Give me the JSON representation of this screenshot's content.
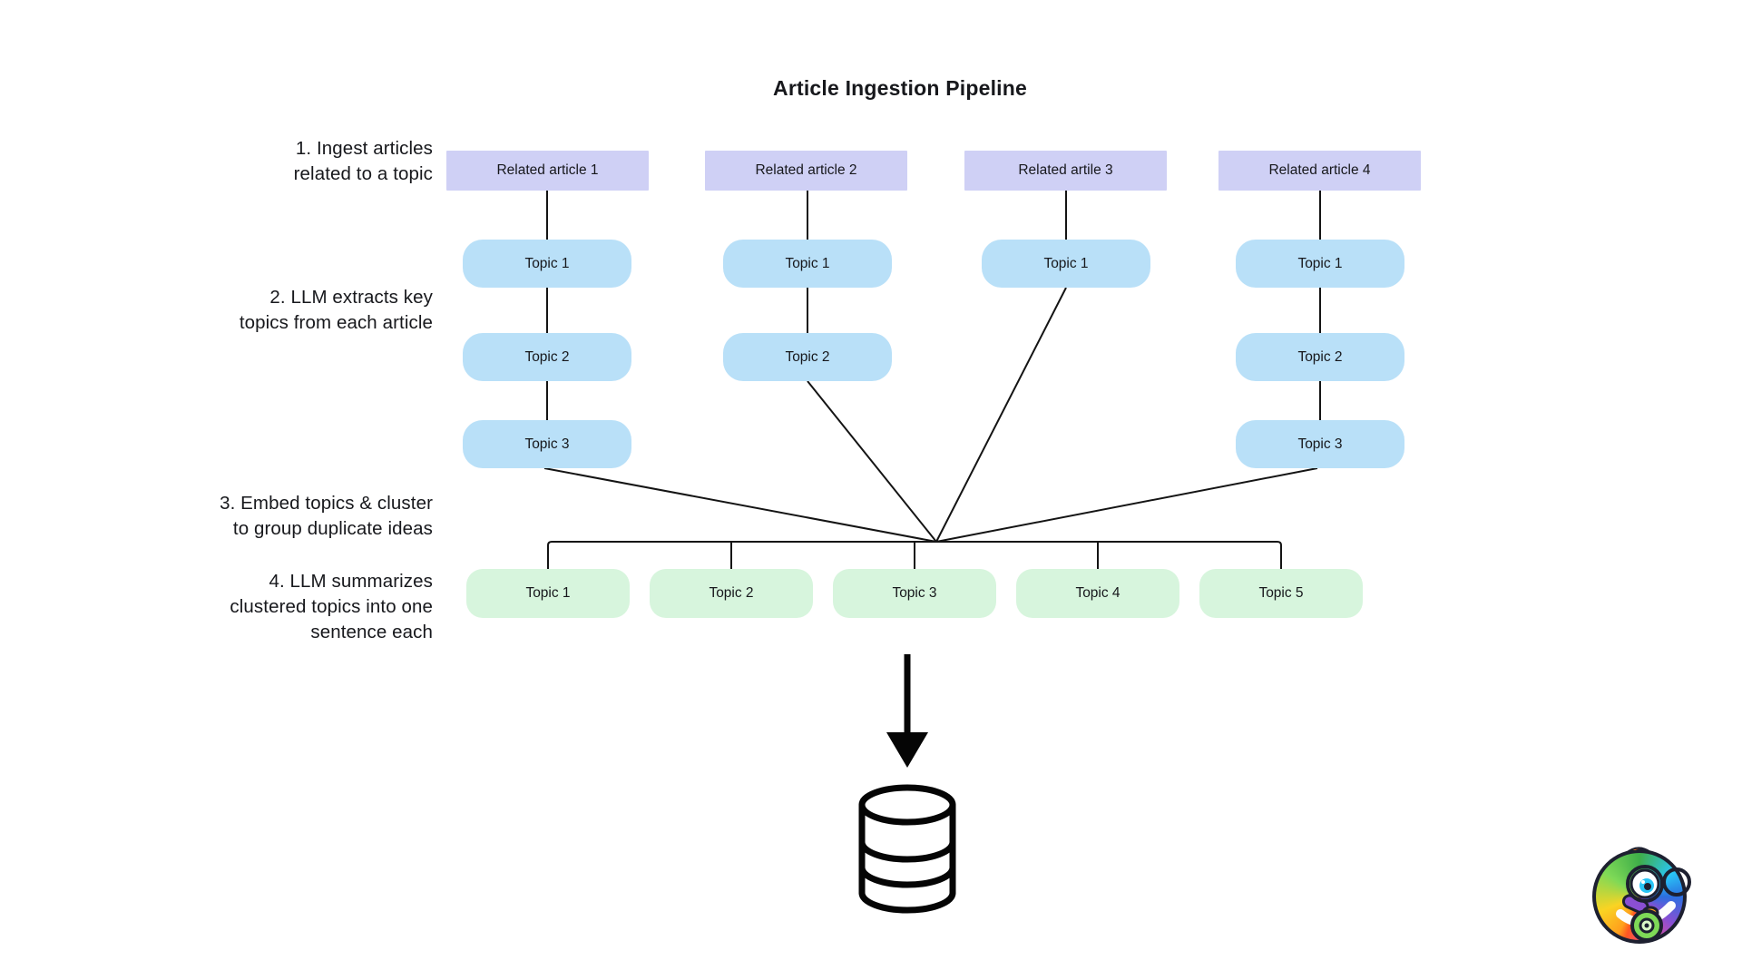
{
  "title": "Article Ingestion Pipeline",
  "steps": [
    {
      "label": "1. Ingest articles\nrelated to a topic"
    },
    {
      "label": "2. LLM extracts key\ntopics from each article"
    },
    {
      "label": "3. Embed topics & cluster\nto group duplicate ideas"
    },
    {
      "label": "4. LLM summarizes\nclustered topics into one\nsentence each"
    }
  ],
  "articles": [
    {
      "label": "Related article 1",
      "topics": [
        "Topic 1",
        "Topic 2",
        "Topic 3"
      ]
    },
    {
      "label": "Related article 2",
      "topics": [
        "Topic 1",
        "Topic 2"
      ]
    },
    {
      "label": "Related artile 3",
      "topics": [
        "Topic 1"
      ]
    },
    {
      "label": "Related article 4",
      "topics": [
        "Topic 1",
        "Topic 2",
        "Topic 3"
      ]
    }
  ],
  "clustered_topics": [
    "Topic 1",
    "Topic 2",
    "Topic 3",
    "Topic 4",
    "Topic 5"
  ],
  "icons": {
    "down_arrow": "down-arrow-icon",
    "database": "database-icon",
    "logo": "chameleon-logo"
  },
  "colors": {
    "background": "#ffffff",
    "article_fill": "#cfd0f5",
    "topic_fill": "#b9e0f8",
    "cluster_fill": "#d7f5dd",
    "line": "#141414",
    "text": "#17181c"
  }
}
